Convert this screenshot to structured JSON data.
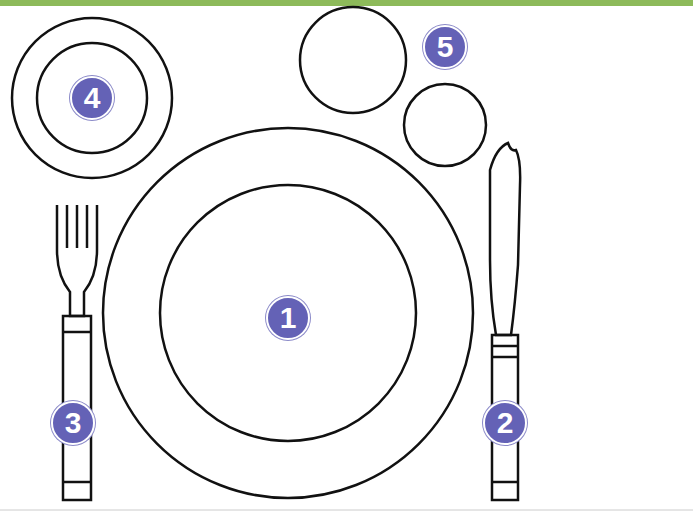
{
  "diagram": {
    "labels": [
      "5",
      "4",
      "1",
      "3",
      "2"
    ]
  }
}
